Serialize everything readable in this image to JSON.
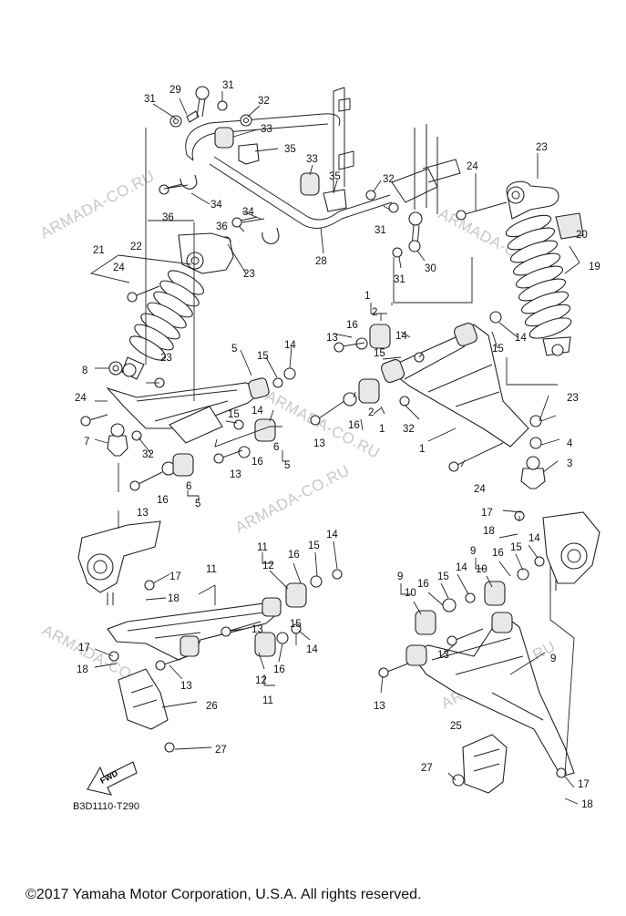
{
  "diagram": {
    "code": "B3D1110-T290",
    "copyright": "©2017 Yamaha Motor Corporation, U.S.A. All rights reserved.",
    "direction_label": "FWD",
    "watermark": "ARMADA-CO.RU"
  },
  "callouts": [
    "1",
    "2",
    "3",
    "4",
    "5",
    "6",
    "7",
    "8",
    "9",
    "10",
    "11",
    "12",
    "13",
    "14",
    "15",
    "16",
    "17",
    "18",
    "19",
    "20",
    "21",
    "22",
    "23",
    "24",
    "25",
    "26",
    "27",
    "28",
    "29",
    "30",
    "31",
    "32",
    "33",
    "34",
    "35",
    "36"
  ]
}
